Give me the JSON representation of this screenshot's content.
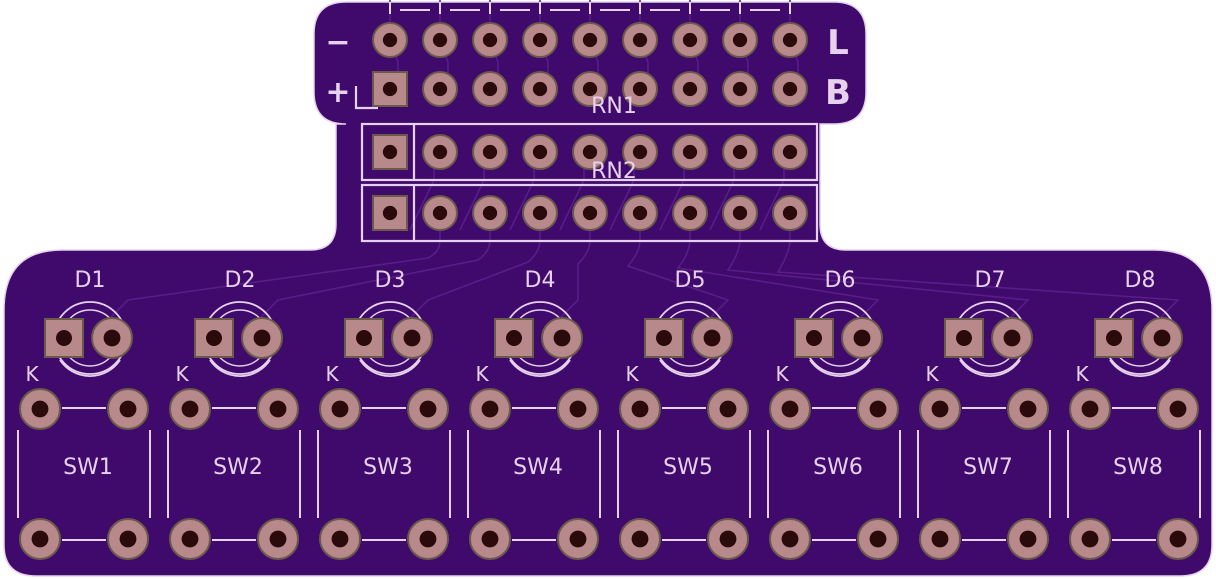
{
  "board": {
    "colors": {
      "substrate": "#3f0a6b",
      "edge": "#e6d2ec",
      "silkscreen": "#e6d2ec",
      "trace": "#5a1c8a",
      "pad_copper": "#b8898a",
      "pad_outline": "#6a5a4a",
      "drill_hole": "#2a0a0a",
      "background": "#ffffff"
    },
    "header": {
      "minus_label": "−",
      "plus_label": "+",
      "right_label_top": "L",
      "right_label_bottom": "B",
      "pins_per_row": 9
    },
    "resistor_networks": [
      {
        "ref": "RN1",
        "pins": 9
      },
      {
        "ref": "RN2",
        "pins": 9
      }
    ],
    "leds": [
      {
        "ref": "D1",
        "cathode_label": "K"
      },
      {
        "ref": "D2",
        "cathode_label": "K"
      },
      {
        "ref": "D3",
        "cathode_label": "K"
      },
      {
        "ref": "D4",
        "cathode_label": "K"
      },
      {
        "ref": "D5",
        "cathode_label": "K"
      },
      {
        "ref": "D6",
        "cathode_label": "K"
      },
      {
        "ref": "D7",
        "cathode_label": "K"
      },
      {
        "ref": "D8",
        "cathode_label": "K"
      }
    ],
    "switches": [
      {
        "ref": "SW1"
      },
      {
        "ref": "SW2"
      },
      {
        "ref": "SW3"
      },
      {
        "ref": "SW4"
      },
      {
        "ref": "SW5"
      },
      {
        "ref": "SW6"
      },
      {
        "ref": "SW7"
      },
      {
        "ref": "SW8"
      }
    ]
  }
}
